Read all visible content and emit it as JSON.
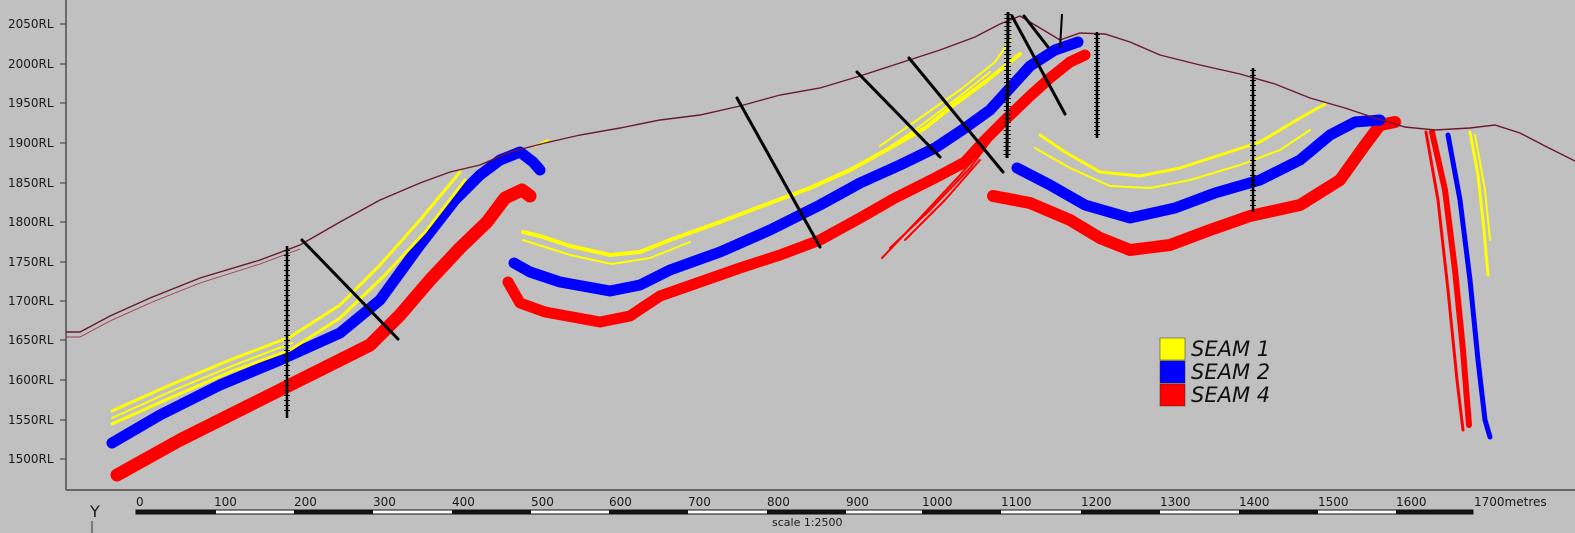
{
  "axis": {
    "y_labels": [
      "2050RL",
      "2000RL",
      "1950RL",
      "1900RL",
      "1850RL",
      "1800RL",
      "1750RL",
      "1700RL",
      "1650RL",
      "1600RL",
      "1550RL",
      "1500RL"
    ],
    "x_labels": [
      "0",
      "100",
      "200",
      "300",
      "400",
      "500",
      "600",
      "700",
      "800",
      "900",
      "1000",
      "1100",
      "1200",
      "1300",
      "1400",
      "1500",
      "1600",
      "1700metres"
    ],
    "corner_label": "Y",
    "scale_text": "scale  1:2500"
  },
  "legend": [
    {
      "label": "SEAM 1",
      "color": "#ffff00"
    },
    {
      "label": "SEAM 2",
      "color": "#0000ff"
    },
    {
      "label": "SEAM 4",
      "color": "#ff0000"
    }
  ],
  "colors": {
    "background": "#c0c0c0",
    "topography": "#6a1a2a",
    "fault": "#000000"
  }
}
